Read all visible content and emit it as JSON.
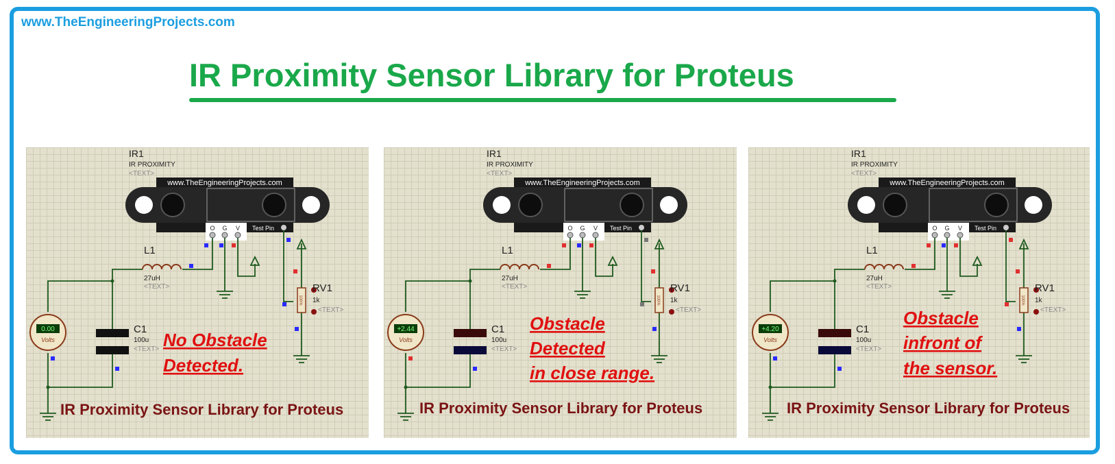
{
  "site_url": "www.TheEngineeringProjects.com",
  "title": "IR Proximity Sensor Library for Proteus",
  "colors": {
    "frame": "#1b9ee0",
    "title": "#1aa84a",
    "status": "#e01010",
    "caption": "#7a1414",
    "wire": "#1e5a1e"
  },
  "panels": [
    {
      "component_ref": "IR1",
      "component_type": "IR PROXIMITY",
      "text_placeholder": "<TEXT>",
      "sensor_banner": "www.TheEngineeringProjects.com",
      "pin_labels": [
        "O",
        "G",
        "V"
      ],
      "test_pin_label": "Test Pin",
      "inductor_ref": "L1",
      "inductor_value": "27uH",
      "inductor_text": "<TEXT>",
      "capacitor_ref": "C1",
      "capacitor_value": "100u",
      "capacitor_text": "<TEXT>",
      "pot_ref": "RV1",
      "pot_value": "1k",
      "pot_text": "<TEXT>",
      "pot_body_label": "100%",
      "voltmeter_reading": "0.00",
      "voltmeter_unit": "Volts",
      "status_lines": [
        "No Obstacle",
        "Detected."
      ],
      "caption": "IR Proximity Sensor Library for Proteus"
    },
    {
      "component_ref": "IR1",
      "component_type": "IR PROXIMITY",
      "text_placeholder": "<TEXT>",
      "sensor_banner": "www.TheEngineeringProjects.com",
      "pin_labels": [
        "O",
        "G",
        "V"
      ],
      "test_pin_label": "Test Pin",
      "inductor_ref": "L1",
      "inductor_value": "27uH",
      "inductor_text": "<TEXT>",
      "capacitor_ref": "C1",
      "capacitor_value": "100u",
      "capacitor_text": "<TEXT>",
      "pot_ref": "RV1",
      "pot_value": "1k",
      "pot_text": "<TEXT>",
      "pot_body_label": "100%",
      "voltmeter_reading": "+2.44",
      "voltmeter_unit": "Volts",
      "status_lines": [
        "Obstacle",
        "Detected",
        "in close range."
      ],
      "caption": "IR Proximity Sensor Library for Proteus"
    },
    {
      "component_ref": "IR1",
      "component_type": "IR PROXIMITY",
      "text_placeholder": "<TEXT>",
      "sensor_banner": "www.TheEngineeringProjects.com",
      "pin_labels": [
        "O",
        "G",
        "V"
      ],
      "test_pin_label": "Test Pin",
      "inductor_ref": "L1",
      "inductor_value": "27uH",
      "inductor_text": "<TEXT>",
      "capacitor_ref": "C1",
      "capacitor_value": "100u",
      "capacitor_text": "<TEXT>",
      "pot_ref": "RV1",
      "pot_value": "1k",
      "pot_text": "<TEXT>",
      "pot_body_label": "100%",
      "voltmeter_reading": "+4.20",
      "voltmeter_unit": "Volts",
      "status_lines": [
        "Obstacle",
        "infront of",
        "the sensor."
      ],
      "caption": "IR Proximity Sensor Library for Proteus"
    }
  ]
}
